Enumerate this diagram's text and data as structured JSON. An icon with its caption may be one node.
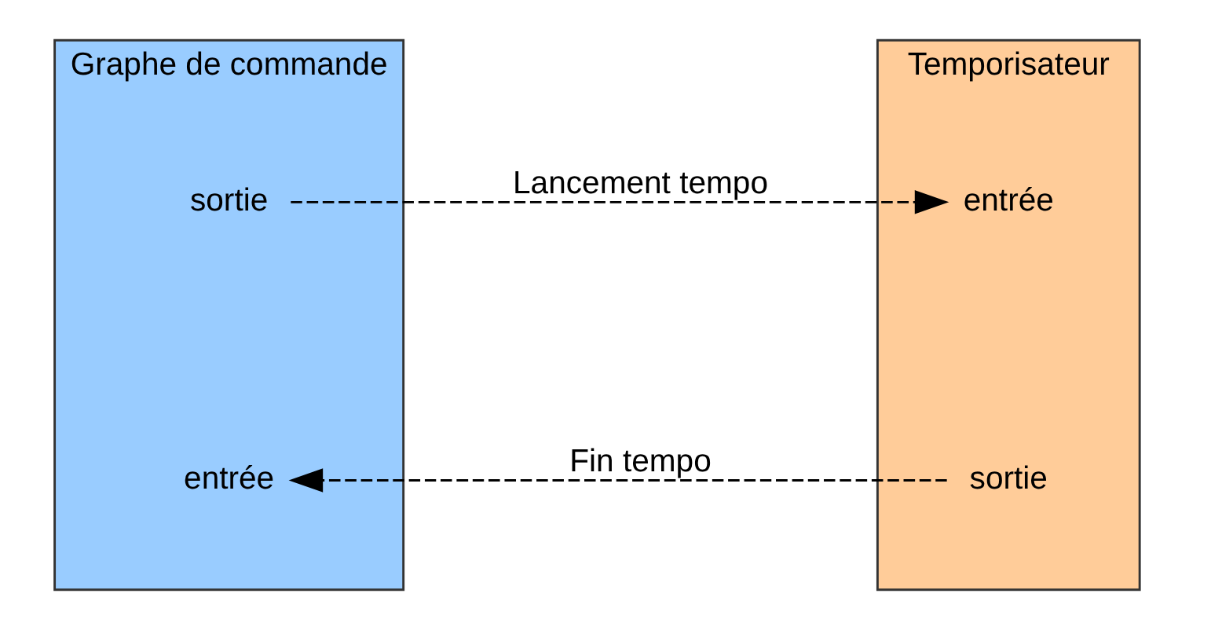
{
  "diagram": {
    "nodes": [
      {
        "text": [
          "Graphe de commande"
        ]
      },
      {
        "text": [
          "sortie"
        ],
        "in": 0
      },
      {
        "text": [
          "entrée"
        ],
        "in": 0
      },
      {
        "text": [
          "Temporisateur"
        ]
      },
      {
        "text": [
          "entrée"
        ],
        "in": 3
      },
      {
        "text": [
          "sortie"
        ],
        "in": 3
      }
    ],
    "edges": [
      {
        "from": 1,
        "to": 4,
        "arrow": "to",
        "label": "Lancement tempo",
        "style": "dashed"
      },
      {
        "from": 5,
        "to": 2,
        "arrow": "to",
        "label": "Fin tempo",
        "style": "dashed"
      }
    ]
  }
}
